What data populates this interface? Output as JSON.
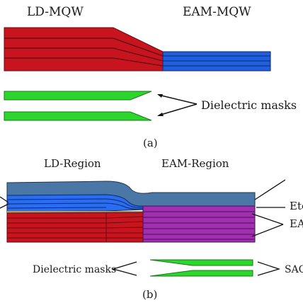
{
  "panel_a": {
    "label_left": "LD-MQW",
    "label_right": "EAM-MQW",
    "mask_label": "Dielectric masks",
    "caption": "(a)"
  },
  "panel_b": {
    "label_left": "LD-Region",
    "label_right": "EAM-Region",
    "label_right_1": "Etc",
    "label_right_2": "EA",
    "mask_label_left": "Dielectric masks",
    "mask_label_right": "SAG",
    "caption": "(b)"
  },
  "colors": {
    "ld_red": "#c8141e",
    "eam_blue": "#1f5fe0",
    "mask_green": "#2dd62d",
    "cladding": "#4a77a6",
    "eam_purple": "#a12fb0"
  }
}
